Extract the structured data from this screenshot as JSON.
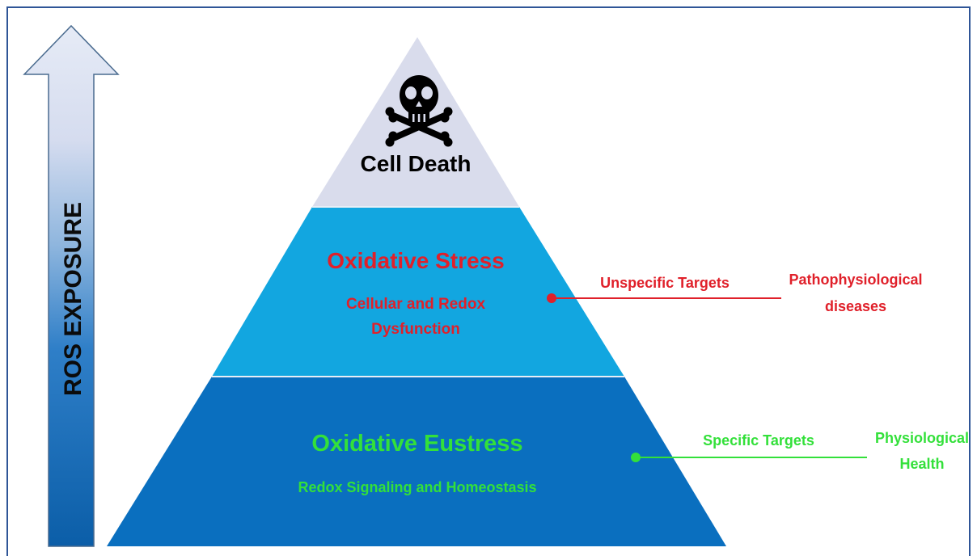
{
  "arrow": {
    "label": "ROS EXPOSURE"
  },
  "pyramid": {
    "top": {
      "title": "Cell Death",
      "icon": "skull-crossbones-icon"
    },
    "middle": {
      "title": "Oxidative Stress",
      "subtitle_line1": "Cellular and Redox",
      "subtitle_line2": "Dysfunction"
    },
    "bottom": {
      "title": "Oxidative Eustress",
      "subtitle": "Redox Signaling and Homeostasis"
    }
  },
  "annotations": {
    "stress": {
      "target_label": "Unspecific Targets",
      "outcome_line1": "Pathophysiological",
      "outcome_line2": "diseases"
    },
    "eustress": {
      "target_label": "Specific Targets",
      "outcome_line1": "Physiological",
      "outcome_line2": "Health"
    }
  },
  "colors": {
    "frame": "#2f5597",
    "top_tier": "#d9dcec",
    "middle_tier": "#12a6e0",
    "bottom_tier": "#0a6fbf",
    "stress_red": "#e0202a",
    "eustress_green": "#33e03a",
    "arrow_dark": "#0b5ea8",
    "arrow_light": "#dbe2f1"
  }
}
